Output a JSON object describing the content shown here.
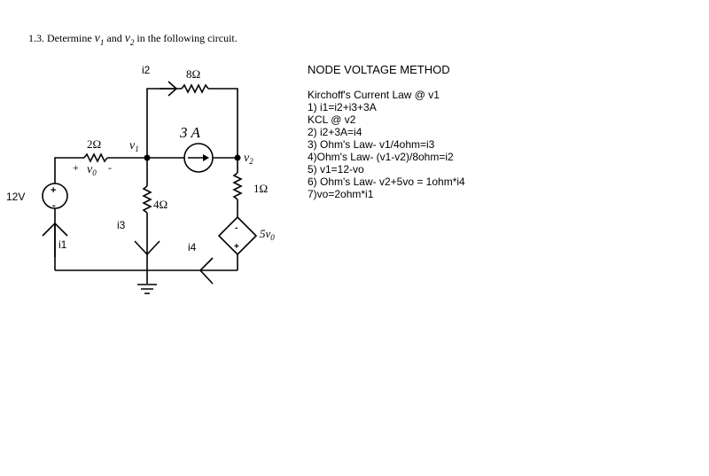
{
  "problem": {
    "prefix": "1.3. Determine",
    "v1": "v",
    "v1_sub": "1",
    "and": "and",
    "v2": "v",
    "v2_sub": "2",
    "suffix": "in the following circuit."
  },
  "circuit": {
    "source_voltage": "12V",
    "r_2ohm": "2Ω",
    "r_8ohm": "8Ω",
    "r_4ohm": "4Ω",
    "r_1ohm": "1Ω",
    "current_source": "3 A",
    "dependent_source": "5v",
    "dependent_source_sub": "0",
    "node_v1": "v",
    "node_v1_sub": "1",
    "node_v2": "v",
    "node_v2_sub": "2",
    "vo_plus": "+",
    "vo_label": "v",
    "vo_sub": "0",
    "vo_minus": "-",
    "i1": "i1",
    "i2": "i2",
    "i3": "i3",
    "i4": "i4",
    "src_plus": "+",
    "src_minus": "-",
    "dep_plus": "+",
    "dep_minus": "-"
  },
  "notes": {
    "heading": "NODE VOLTAGE METHOD",
    "lines": [
      "Kirchoff's Current Law @ v1",
      "1) i1=i2+i3+3A",
      "KCL @ v2",
      "2) i2+3A=i4",
      "3) Ohm's Law- v1/4ohm=i3",
      "4)Ohm's Law- (v1-v2)/8ohm=i2",
      "5) v1=12-vo",
      "6) Ohm's Law- v2+5vo = 1ohm*i4",
      "7)vo=2ohm*i1"
    ]
  }
}
